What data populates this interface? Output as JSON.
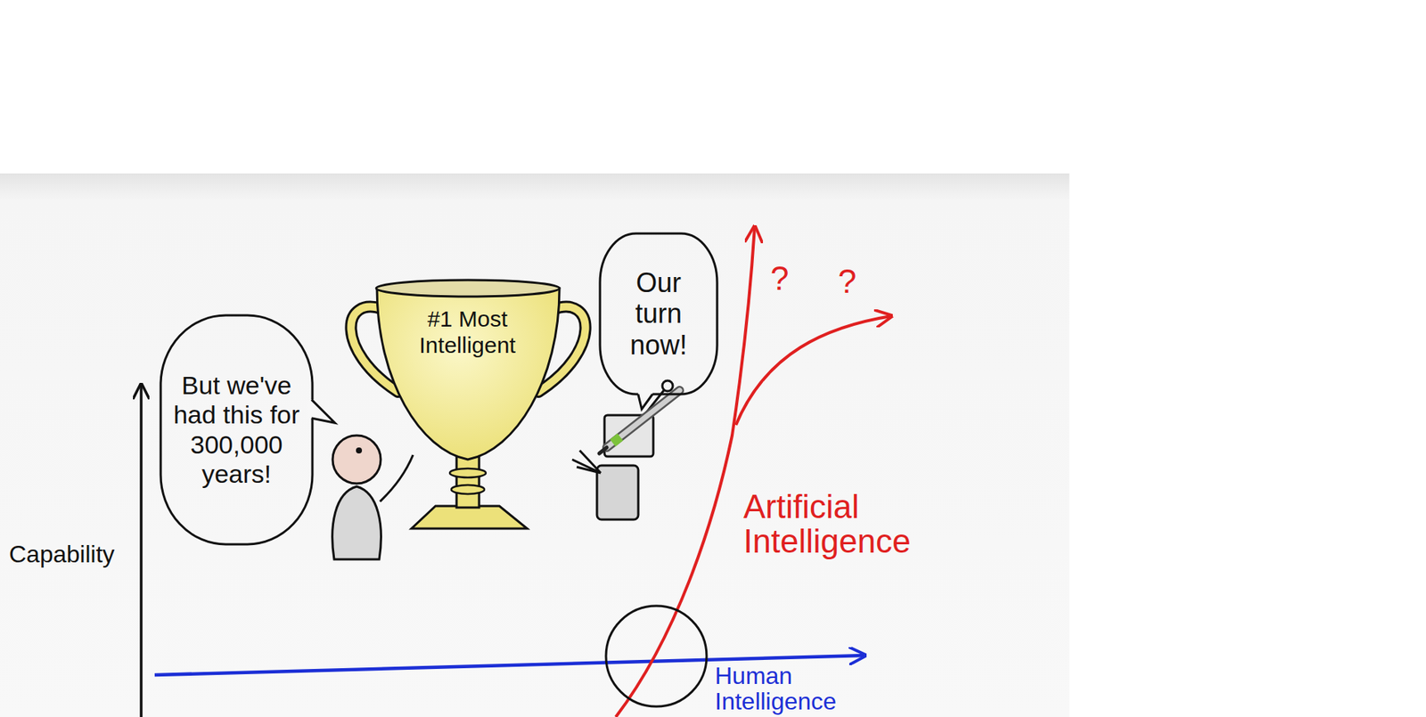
{
  "diagram": {
    "nodes": [
      {
        "text": [
          "But we've had this for 300,000 years!"
        ]
      },
      {
        "text": [
          "#1 Most Intelligent"
        ]
      },
      {
        "text": [
          "Our turn now!"
        ]
      }
    ],
    "labels": [
      "Capability",
      "Artificial Intelligence",
      "Human Intelligence",
      "?",
      "?"
    ]
  }
}
